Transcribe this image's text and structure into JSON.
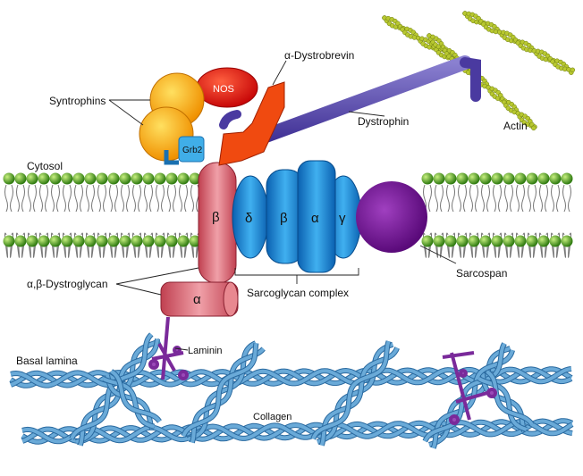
{
  "labels": {
    "syntrophins": "Syntrophins",
    "nos": "NOS",
    "dystrobrevin": "α-Dystrobrevin",
    "dystrophin": "Dystrophin",
    "actin": "Actin",
    "grb2": "Grb2",
    "cytosol": "Cytosol",
    "dystroglycan_beta": "β",
    "sg_delta": "δ",
    "sg_beta": "β",
    "sg_alpha": "α",
    "sg_gamma": "γ",
    "sarcospan": "Sarcospan",
    "dystroglycan": "α,β-Dystroglycan",
    "dystroglycan_alpha": "α",
    "sarcoglycan_complex": "Sarcoglycan complex",
    "basal_lamina": "Basal lamina",
    "laminin": "Laminin",
    "collagen": "Collagen"
  },
  "colors": {
    "lipid_head": "#4a9a1a",
    "dystroglycan": "#e0707a",
    "sarcoglycan": "#1e8fd8",
    "sarcospan": "#7a1a9a",
    "syntrophin": "#f5a800",
    "nos": "#e01818",
    "dystrobrevin": "#f04010",
    "dystrophin": "#4a3aa0",
    "grb2": "#2aa0e0",
    "collagen": "#6aaad8",
    "laminin": "#7a2a9a",
    "actin": "#b8c830"
  }
}
